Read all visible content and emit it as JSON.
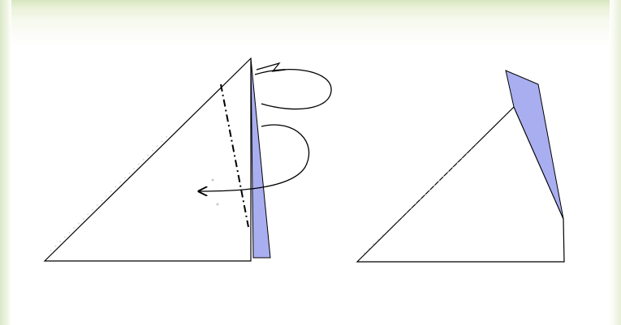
{
  "diagram": {
    "description_labels": [],
    "colors": {
      "flap_fill": "#a9aef0",
      "outline": "#000000",
      "paper_fill": "#ffffff",
      "background_tint": "#e4edd0"
    },
    "steps": [
      {
        "id": "fold-step-before",
        "icons": [
          "valley-fold-line",
          "rotate-arrow-icon",
          "turn-over-arrow-icon"
        ]
      },
      {
        "id": "fold-step-after",
        "icons": []
      }
    ]
  }
}
